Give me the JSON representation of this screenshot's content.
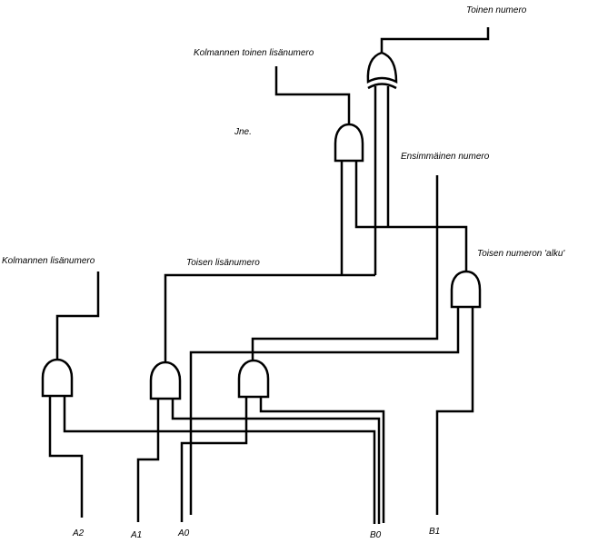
{
  "diagram": {
    "type": "logic-circuit",
    "labels": {
      "toinen_numero": "Toinen numero",
      "kolmannen_toinen_lisanumero": "Kolmannen toinen lisänumero",
      "jne": "Jne.",
      "ensimmainen_numero": "Ensimmäinen numero",
      "toisen_numeron_alku": "Toisen numeron 'alku'",
      "kolmannen_lisanumero": "Kolmannen lisänumero",
      "toisen_lisanumero": "Toisen lisänumero"
    },
    "inputs": {
      "a2": "A2",
      "a1": "A1",
      "a0": "A0",
      "b0": "B0",
      "b1": "B1"
    },
    "gates": [
      {
        "id": "xor-top",
        "kind": "XOR"
      },
      {
        "id": "and-top",
        "kind": "AND"
      },
      {
        "id": "and-right",
        "kind": "AND"
      },
      {
        "id": "and-a2",
        "kind": "AND"
      },
      {
        "id": "and-a1",
        "kind": "AND"
      },
      {
        "id": "and-a0",
        "kind": "AND"
      }
    ]
  }
}
